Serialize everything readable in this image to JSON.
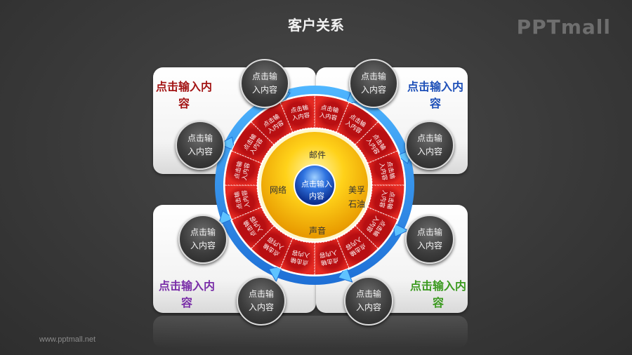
{
  "title": "客户关系",
  "logo": "PPTmall",
  "footer": "www.pptmall.net",
  "colors": {
    "background": "#3d3d3d",
    "ring_blue": "#2a8ee8",
    "ring_red": "#d91c1c",
    "inner_yellow": "#f6c600",
    "center_blue": "#1f57c9",
    "corner_top_left": "#a31515",
    "corner_top_right": "#1e50b8",
    "corner_bottom_left": "#7a2fa8",
    "corner_bottom_right": "#3b9a1f"
  },
  "corners": {
    "top_left": "点击输入内容",
    "top_right": "点击输入内容",
    "bottom_left": "点击输入内容",
    "bottom_right": "点击输入内容"
  },
  "bubbles": [
    {
      "text": "点击输入内容",
      "icon": "circle-bubble"
    },
    {
      "text": "点击输入内容",
      "icon": "circle-bubble"
    },
    {
      "text": "点击输入内容",
      "icon": "circle-bubble"
    },
    {
      "text": "点击输入内容",
      "icon": "circle-bubble"
    },
    {
      "text": "点击输入内容",
      "icon": "circle-bubble"
    },
    {
      "text": "点击输入内容",
      "icon": "circle-bubble"
    },
    {
      "text": "点击输入内容",
      "icon": "circle-bubble"
    },
    {
      "text": "点击输入内容",
      "icon": "circle-bubble"
    }
  ],
  "wheel": {
    "segment_text": "点击输入内容",
    "segment_count": 16,
    "inner_labels": {
      "top": "邮件",
      "left": "网络",
      "right_line1": "美孚",
      "right_line2": "石油",
      "bottom": "声音"
    },
    "center_text": "点击输入内容"
  }
}
